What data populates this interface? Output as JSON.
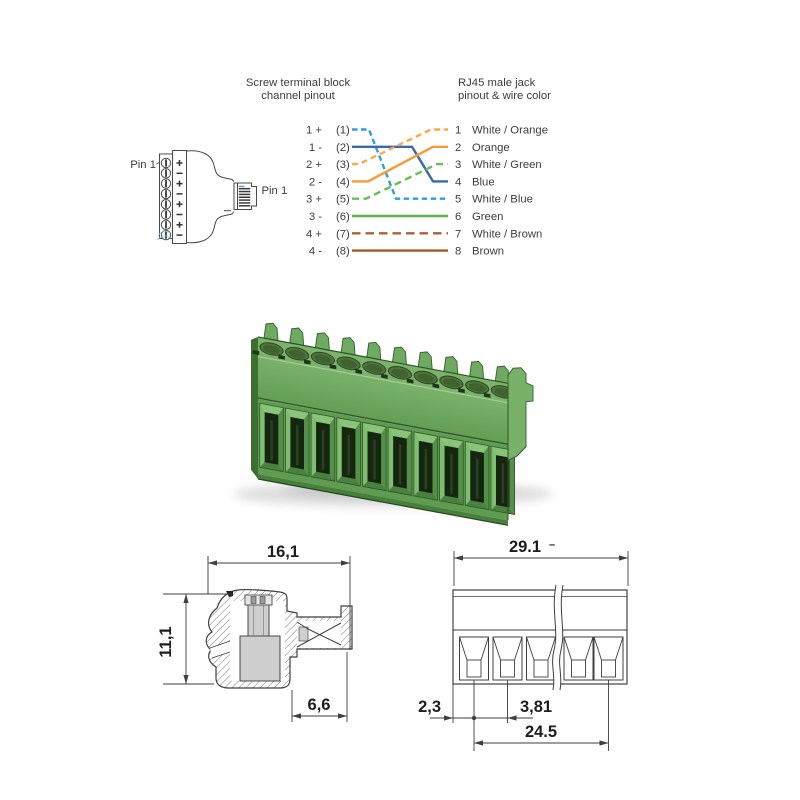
{
  "page": {
    "background": "#ffffff"
  },
  "pinout_diagram": {
    "left_header": {
      "line1": "Screw terminal block",
      "line2": "channel pinout"
    },
    "right_header": {
      "line1": "RJ45 male jack",
      "line2": "pinout & wire color"
    },
    "terminal_pin_label": "Pin 1",
    "rj45_pin_label": "Pin 1",
    "rows": [
      {
        "terminal": "1 +",
        "channel": "(1)",
        "pin": "1",
        "wire": "White / Orange"
      },
      {
        "terminal": "1 -",
        "channel": "(2)",
        "pin": "2",
        "wire": "Orange"
      },
      {
        "terminal": "2 +",
        "channel": "(3)",
        "pin": "3",
        "wire": "White / Green"
      },
      {
        "terminal": "2 -",
        "channel": "(4)",
        "pin": "4",
        "wire": "Blue"
      },
      {
        "terminal": "3 +",
        "channel": "(5)",
        "pin": "5",
        "wire": "White / Blue"
      },
      {
        "terminal": "3 -",
        "channel": "(6)",
        "pin": "6",
        "wire": "Green"
      },
      {
        "terminal": "4 +",
        "channel": "(7)",
        "pin": "7",
        "wire": "White / Brown"
      },
      {
        "terminal": "4 -",
        "channel": "(8)",
        "pin": "8",
        "wire": "Brown"
      }
    ],
    "wires": [
      {
        "from_channel": "(1)",
        "to_pin": "5",
        "color": "#2e9fd8",
        "style": "dashed",
        "dasharray": "5.5 3.5"
      },
      {
        "from_channel": "(2)",
        "to_pin": "4",
        "color": "#3a68af",
        "style": "solid",
        "dasharray": ""
      },
      {
        "from_channel": "(3)",
        "to_pin": "1",
        "color": "#fbab45",
        "style": "dashed",
        "dasharray": "6 4"
      },
      {
        "from_channel": "(4)",
        "to_pin": "2",
        "color": "#f89a3a",
        "style": "solid",
        "dasharray": ""
      },
      {
        "from_channel": "(5)",
        "to_pin": "3",
        "color": "#69bd55",
        "style": "dashed",
        "dasharray": "7 4.5"
      },
      {
        "from_channel": "(6)",
        "to_pin": "6",
        "color": "#57b747",
        "style": "solid",
        "dasharray": ""
      },
      {
        "from_channel": "(7)",
        "to_pin": "7",
        "color": "#ac6132",
        "style": "dashed",
        "dasharray": "8.5 5"
      },
      {
        "from_channel": "(8)",
        "to_pin": "8",
        "color": "#a55a2a",
        "style": "solid",
        "dasharray": ""
      }
    ]
  },
  "product_photo": {
    "positions": 10,
    "body_color": "#5f9b50"
  },
  "dimension_drawings": {
    "side_view": {
      "width_mm": "16,1",
      "height_mm": "11,1",
      "depth_mm": "6,6"
    },
    "front_view": {
      "overall_width_mm": "29.1",
      "tolerance_mark": "–",
      "edge_offset_mm": "2,3",
      "pitch_mm": "3,81",
      "span_mm": "24.5",
      "visible_cells": 5
    }
  }
}
